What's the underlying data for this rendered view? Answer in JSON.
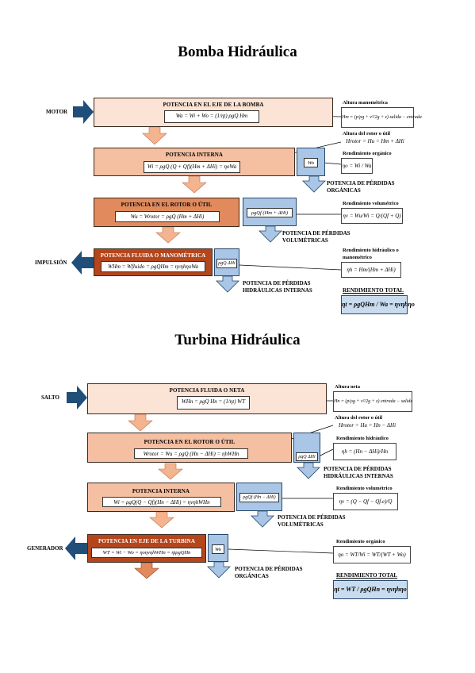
{
  "pump": {
    "title": "Bomba Hidráulica",
    "input_label": "MOTOR",
    "output_label": "IMPULSIÓN",
    "stages": [
      {
        "title": "POTENCIA EN EL EJE DE LA BOMBA",
        "formula": "Wa = Wi + Wo = (1/ηt) ρgQ Hm"
      },
      {
        "title": "POTENCIA INTERNA",
        "formula": "Wi = ρgQ (Q + Qf)(Hm + ΔHi) = ηoWa"
      },
      {
        "title": "POTENCIA EN EL ROTOR O ÚTIL",
        "formula": "Wu = Wrotor = ρgQ (Hm + ΔHi)"
      },
      {
        "title": "POTENCIA FLUIDA O MANOMÉTRICA",
        "formula": "WHm = Wfluido = ρgQHm = ηvηhηoWa"
      }
    ],
    "losses": [
      {
        "formula": "Wo",
        "label": "POTENCIA DE PÉRDIDAS ORGÁNICAS"
      },
      {
        "formula": "ρgQf (Hm + ΔHi)",
        "label": "POTENCIA DE PÉRDIDAS VOLUMÉTRICAS"
      },
      {
        "formula": "ρgQ ΔHi",
        "label": "POTENCIA DE PÉRDIDAS HIDRÁULICAS INTERNAS"
      }
    ],
    "annotations": [
      {
        "label": "Altura manométrica",
        "formula": "Hm = (p/ρg + v²/2g + z) salida − entrada"
      },
      {
        "label": "",
        "formula": "Hrotor = Hu = Hm + ΔHi"
      },
      {
        "label": "Rendimiento orgánico",
        "formula": "ηo = Wi / Wa"
      },
      {
        "label": "Rendimiento volumétrico",
        "formula": "ηv = Wu/Wi = Q/(Qf + Q)"
      },
      {
        "label": "Rendimiento hidráulico o manométrico",
        "formula": "ηh = Hm/(Hm + ΔHi)"
      }
    ],
    "rotor_label": "Altura del rotor o útil",
    "total_label": "RENDIMIENTO TOTAL",
    "total_formula": "ηt = ρgQHm / Wa = ηvηhηo"
  },
  "turbine": {
    "title": "Turbina Hidráulica",
    "input_label": "SALTO",
    "output_label": "GENERADOR",
    "stages": [
      {
        "title": "POTENCIA FLUIDA O NETA",
        "formula": "WHn = ρgQ Hn = (1/ηt) WT"
      },
      {
        "title": "POTENCIA EN EL ROTOR O ÚTIL",
        "formula": "Wrotor = Wu = ρgQ (Hn − ΔHi) = ηhWHn"
      },
      {
        "title": "POTENCIA INTERNA",
        "formula": "Wi = ρgQ(Q − Qf)(Hn − ΔHi) = ηvηhWHn"
      },
      {
        "title": "POTENCIA EN EJE DE LA TURBINA",
        "formula": "WT = Wi − Wo = ηoηvηhWHn = ηtρgQHn"
      }
    ],
    "losses": [
      {
        "formula": "ρgQ ΔHi",
        "label": "POTENCIA DE PÉRDIDAS HIDRÁULICAS INTERNAS"
      },
      {
        "formula": "ρgQf (Hn − ΔHi)",
        "label": "POTENCIA DE PÉRDIDAS VOLUMÉTRICAS"
      },
      {
        "formula": "Wo",
        "label": "POTENCIA DE PÉRDIDAS ORGÁNICAS"
      }
    ],
    "annotations": [
      {
        "label": "Altura neta",
        "formula": "Hn = (p/ρg + v²/2g + z) entrada − salida"
      },
      {
        "label": "",
        "formula": "Hrotor = Hu = Hn − ΔHi"
      },
      {
        "label": "Rendimiento hidráulico",
        "formula": "ηh = (Hn − ΔHi)/Hn"
      },
      {
        "label": "Rendimiento volumétrico",
        "formula": "ηv = (Q − Qf − Qf.e)/Q"
      },
      {
        "label": "Rendimiento orgánico",
        "formula": "ηo = WT/Wi = WT/(WT + Wo)"
      }
    ],
    "rotor_label": "Altura del rotor o útil",
    "total_label": "RENDIMIENTO TOTAL",
    "total_formula": "ηt = WT / ρgQHn = ηvηhηo"
  },
  "colors": {
    "stage1": "#fbe3d5",
    "stage2": "#f5bfa2",
    "stage3": "#e08a5d",
    "stage4": "#b5451b",
    "loss": "#a9c6e6",
    "arrow_blue": "#1f4e79",
    "arrow_orange": "#f3b48f"
  }
}
